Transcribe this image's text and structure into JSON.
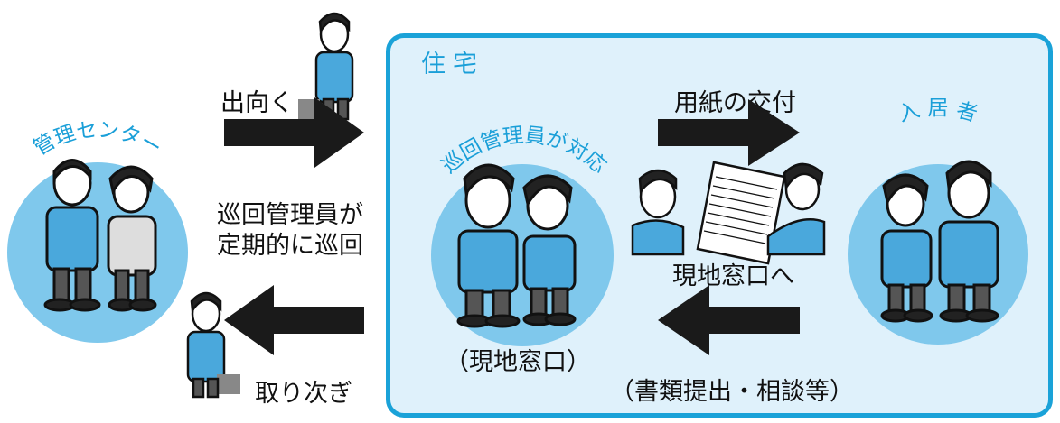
{
  "left": {
    "center_label": "管理センター",
    "go_label": "出向く",
    "patrol_line1": "巡回管理員が",
    "patrol_line2": "定期的に巡回",
    "relay_label": "取り次ぎ"
  },
  "panel": {
    "title": "住宅",
    "patrol_label": "巡回管理員が対応",
    "counter_label": "（現地窓口）",
    "issue_label": "用紙の交付",
    "resident_label": "入 居 者",
    "to_counter_label": "現地窓口へ",
    "submit_label": "（書類提出・相談等）"
  },
  "colors": {
    "panel_border": "#1aa2d8",
    "panel_fill": "#dff1fb",
    "circle": "#7fc8ec",
    "accent_text": "#1a9fd8",
    "arrow": "#1a1a1a",
    "shirt": "#4aa8dc"
  }
}
